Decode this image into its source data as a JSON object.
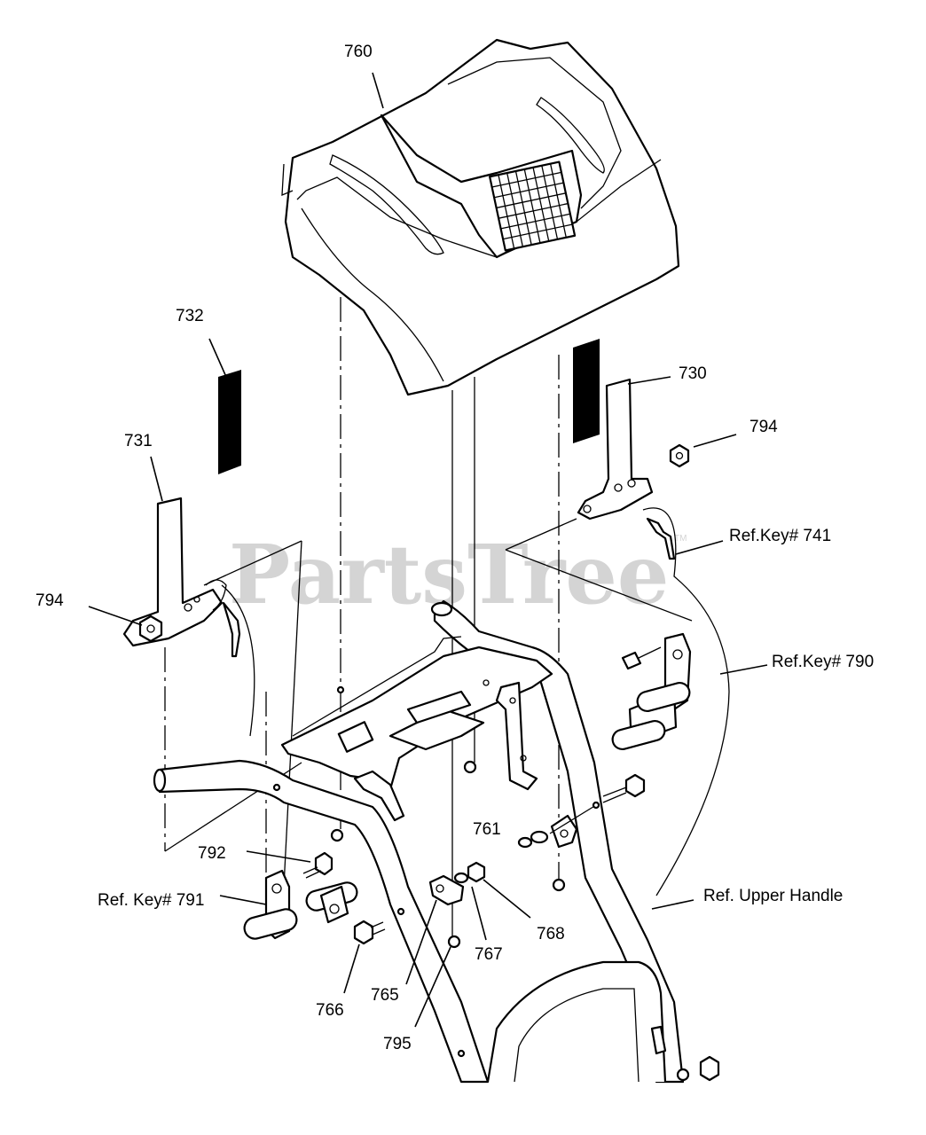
{
  "watermark": {
    "text": "PartsTree",
    "tm": "TM"
  },
  "labels": [
    {
      "id": "760",
      "text": "760"
    },
    {
      "id": "732",
      "text": "732"
    },
    {
      "id": "730",
      "text": "730"
    },
    {
      "id": "731",
      "text": "731"
    },
    {
      "id": "794a",
      "text": "794"
    },
    {
      "id": "794b",
      "text": "794"
    },
    {
      "id": "ref741",
      "text": "Ref.Key# 741"
    },
    {
      "id": "ref790",
      "text": "Ref.Key# 790"
    },
    {
      "id": "761",
      "text": "761"
    },
    {
      "id": "792",
      "text": "792"
    },
    {
      "id": "ref791",
      "text": "Ref. Key# 791"
    },
    {
      "id": "refuh",
      "text": "Ref. Upper Handle"
    },
    {
      "id": "768",
      "text": "768"
    },
    {
      "id": "767",
      "text": "767"
    },
    {
      "id": "766",
      "text": "766"
    },
    {
      "id": "765",
      "text": "765"
    },
    {
      "id": "795",
      "text": "795"
    }
  ]
}
